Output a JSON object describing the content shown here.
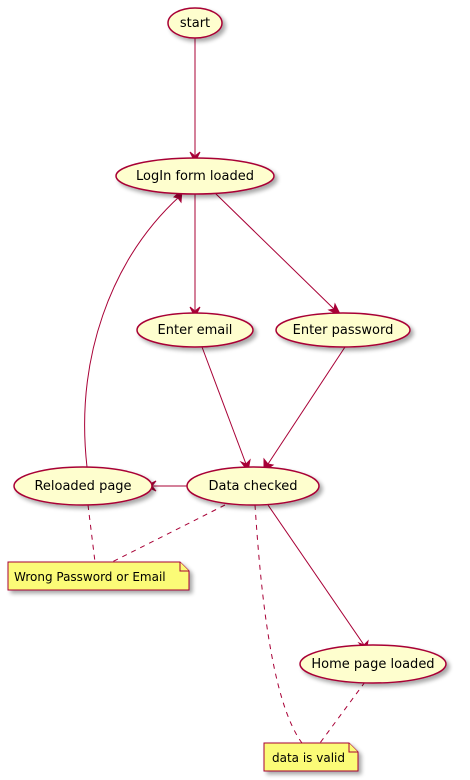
{
  "nodes": {
    "start": "start",
    "login": "LogIn form loaded",
    "email": "Enter email",
    "password": "Enter password",
    "data_checked": "Data checked",
    "reloaded": "Reloaded page",
    "home": "Home page loaded"
  },
  "notes": {
    "wrong": "Wrong Password or Email",
    "valid": "data is valid"
  },
  "colors": {
    "node_fill": "#FEFECE",
    "note_fill": "#FBFB77",
    "stroke": "#A80036"
  }
}
